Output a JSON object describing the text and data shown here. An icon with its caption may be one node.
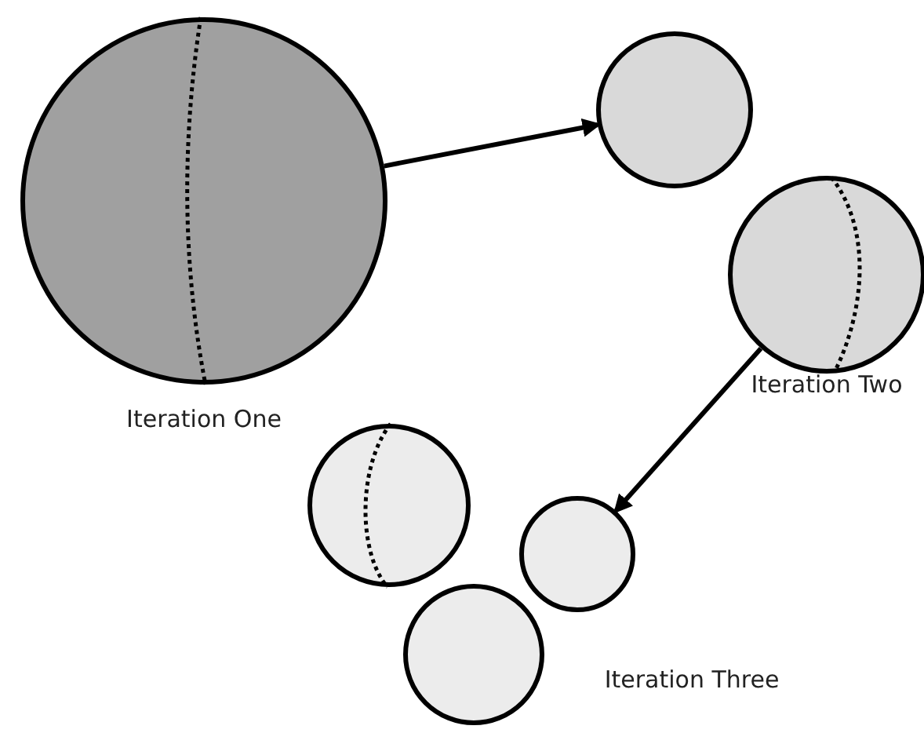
{
  "diagram": {
    "nodes": [
      {
        "text": [],
        "shape": "circle",
        "beside": [
          "Iteration One"
        ]
      },
      {
        "text": [],
        "shape": "circle"
      },
      {
        "text": [],
        "shape": "circle",
        "beside": [
          "Iteration Two"
        ]
      },
      {
        "text": [],
        "shape": "circle"
      },
      {
        "text": [],
        "shape": "circle"
      },
      {
        "text": [],
        "shape": "circle",
        "beside": [
          "Iteration Three"
        ]
      }
    ],
    "edges": [
      {
        "from": 0,
        "to": 1,
        "arrow": "to"
      },
      {
        "from": 2,
        "to": 4,
        "arrow": "to"
      }
    ]
  }
}
